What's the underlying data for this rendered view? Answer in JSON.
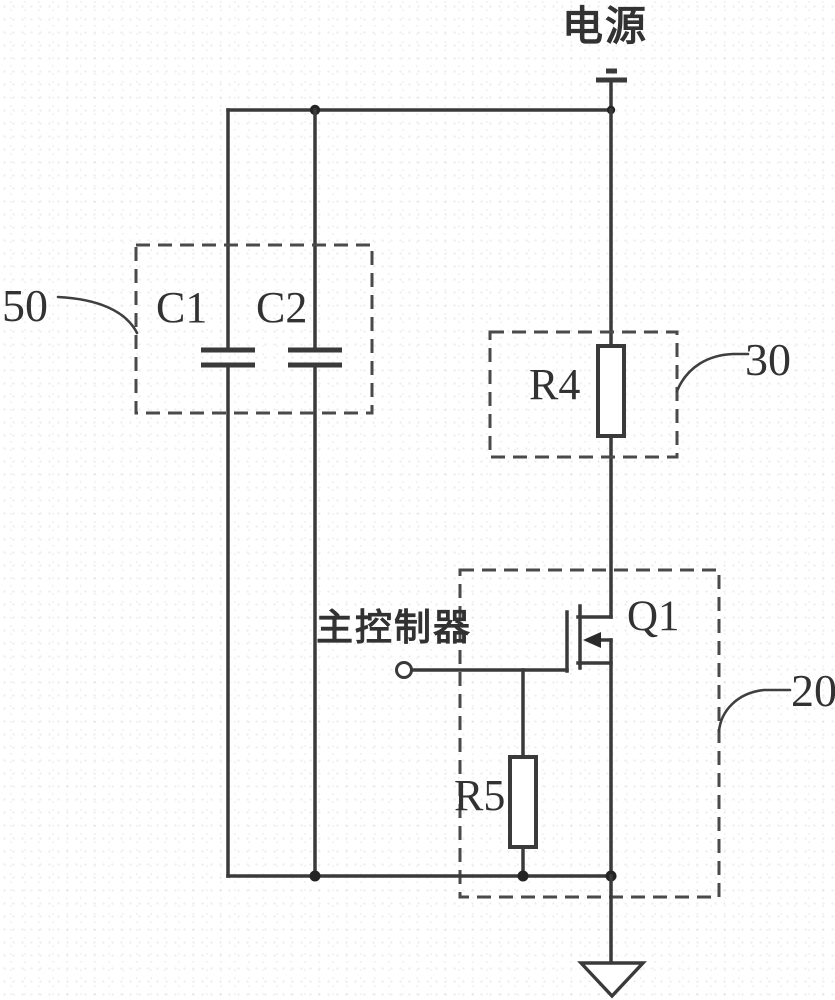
{
  "labels": {
    "power": "电源",
    "controller": "主控制器"
  },
  "components": {
    "c1": "C1",
    "c2": "C2",
    "r4": "R4",
    "r5": "R5",
    "q1": "Q1"
  },
  "refs": {
    "group50": "50",
    "group30": "30",
    "group20": "20"
  },
  "colors": {
    "line": "#3a3a3a",
    "text": "#323232",
    "background": "#ffffff"
  }
}
